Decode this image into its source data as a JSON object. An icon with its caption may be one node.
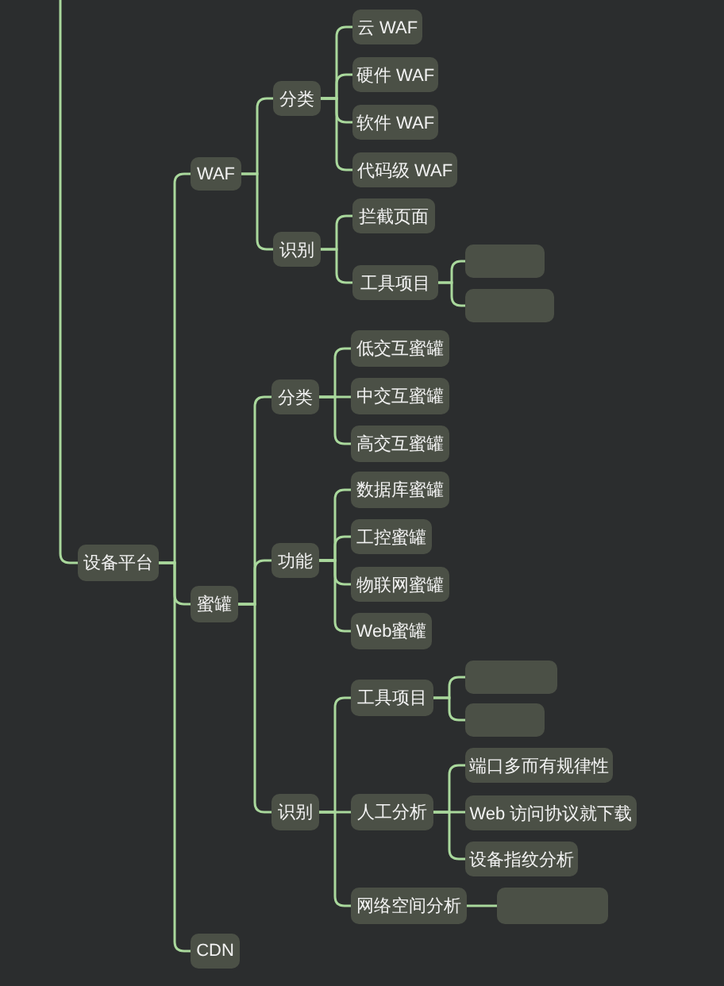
{
  "diagram": {
    "nodes": [
      {
        "text": [
          "设备平台"
        ]
      },
      {
        "text": [
          "WAF"
        ]
      },
      {
        "text": [
          "分类"
        ]
      },
      {
        "text": [
          "云 WAF"
        ]
      },
      {
        "text": [
          "硬件 WAF"
        ]
      },
      {
        "text": [
          "软件 WAF"
        ]
      },
      {
        "text": [
          "代码级 WAF"
        ]
      },
      {
        "text": [
          "识别"
        ]
      },
      {
        "text": [
          "拦截页面"
        ]
      },
      {
        "text": [
          "工具项目"
        ]
      },
      {
        "text": [],
        "shape": "box"
      },
      {
        "text": [],
        "shape": "box"
      },
      {
        "text": [
          "蜜罐"
        ]
      },
      {
        "text": [
          "分类"
        ]
      },
      {
        "text": [
          "低交互蜜罐"
        ]
      },
      {
        "text": [
          "中交互蜜罐"
        ]
      },
      {
        "text": [
          "高交互蜜罐"
        ]
      },
      {
        "text": [
          "功能"
        ]
      },
      {
        "text": [
          "数据库蜜罐"
        ]
      },
      {
        "text": [
          "工控蜜罐"
        ]
      },
      {
        "text": [
          "物联网蜜罐"
        ]
      },
      {
        "text": [
          "Web蜜罐"
        ]
      },
      {
        "text": [
          "识别"
        ]
      },
      {
        "text": [
          "工具项目"
        ]
      },
      {
        "text": [],
        "shape": "box"
      },
      {
        "text": [],
        "shape": "box"
      },
      {
        "text": [
          "人工分析"
        ]
      },
      {
        "text": [
          "端口多而有规律性"
        ]
      },
      {
        "text": [
          "Web 访问协议就下载"
        ]
      },
      {
        "text": [
          "设备指纹分析"
        ]
      },
      {
        "text": [
          "网络空间分析"
        ]
      },
      {
        "text": [],
        "shape": "box"
      },
      {
        "text": [
          "CDN"
        ]
      }
    ],
    "edges": [
      {
        "from": null,
        "to": 0,
        "arrow": "none"
      },
      {
        "from": 0,
        "to": 1,
        "arrow": "none"
      },
      {
        "from": 0,
        "to": 12,
        "arrow": "none"
      },
      {
        "from": 0,
        "to": 32,
        "arrow": "none"
      },
      {
        "from": 1,
        "to": 2,
        "arrow": "none"
      },
      {
        "from": 1,
        "to": 7,
        "arrow": "none"
      },
      {
        "from": 2,
        "to": 3,
        "arrow": "none"
      },
      {
        "from": 2,
        "to": 4,
        "arrow": "none"
      },
      {
        "from": 2,
        "to": 5,
        "arrow": "none"
      },
      {
        "from": 2,
        "to": 6,
        "arrow": "none"
      },
      {
        "from": 7,
        "to": 8,
        "arrow": "none"
      },
      {
        "from": 7,
        "to": 9,
        "arrow": "none"
      },
      {
        "from": 9,
        "to": 10,
        "arrow": "none"
      },
      {
        "from": 9,
        "to": 11,
        "arrow": "none"
      },
      {
        "from": 12,
        "to": 13,
        "arrow": "none"
      },
      {
        "from": 12,
        "to": 17,
        "arrow": "none"
      },
      {
        "from": 12,
        "to": 22,
        "arrow": "none"
      },
      {
        "from": 13,
        "to": 14,
        "arrow": "none"
      },
      {
        "from": 13,
        "to": 15,
        "arrow": "none"
      },
      {
        "from": 13,
        "to": 16,
        "arrow": "none"
      },
      {
        "from": 17,
        "to": 18,
        "arrow": "none"
      },
      {
        "from": 17,
        "to": 19,
        "arrow": "none"
      },
      {
        "from": 17,
        "to": 20,
        "arrow": "none"
      },
      {
        "from": 17,
        "to": 21,
        "arrow": "none"
      },
      {
        "from": 22,
        "to": 23,
        "arrow": "none"
      },
      {
        "from": 22,
        "to": 26,
        "arrow": "none"
      },
      {
        "from": 22,
        "to": 30,
        "arrow": "none"
      },
      {
        "from": 23,
        "to": 24,
        "arrow": "none"
      },
      {
        "from": 23,
        "to": 25,
        "arrow": "none"
      },
      {
        "from": 26,
        "to": 27,
        "arrow": "none"
      },
      {
        "from": 26,
        "to": 28,
        "arrow": "none"
      },
      {
        "from": 26,
        "to": 29,
        "arrow": "none"
      },
      {
        "from": 30,
        "to": 31,
        "arrow": "none"
      }
    ]
  }
}
